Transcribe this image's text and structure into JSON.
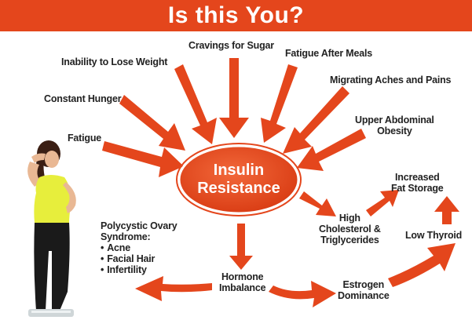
{
  "header": {
    "title": "Is this You?"
  },
  "center": {
    "line1": "Insulin",
    "line2": "Resistance"
  },
  "symptoms": {
    "cravings": "Cravings for Sugar",
    "fatigue_after_meals": "Fatigue After Meals",
    "inability_lose_weight": "Inability to Lose Weight",
    "migrating_aches": "Migrating Aches and Pains",
    "constant_hunger": "Constant Hunger",
    "upper_abdominal_obesity_1": "Upper Abdominal",
    "upper_abdominal_obesity_2": "Obesity",
    "fatigue": "Fatigue"
  },
  "effects": {
    "increased_fat_storage_1": "Increased",
    "increased_fat_storage_2": "Fat Storage",
    "high_cholesterol_1": "High",
    "high_cholesterol_2": "Cholesterol &",
    "high_cholesterol_3": "Triglycerides",
    "low_thyroid": "Low Thyroid",
    "hormone_imbalance_1": "Hormone",
    "hormone_imbalance_2": "Imbalance",
    "estrogen_dominance_1": "Estrogen",
    "estrogen_dominance_2": "Dominance"
  },
  "pcos": {
    "title_1": "Polycystic Ovary",
    "title_2": "Syndrome:",
    "items": [
      "Acne",
      "Facial Hair",
      "Infertility"
    ]
  },
  "colors": {
    "accent": "#e4461c",
    "text": "#222222",
    "header_text": "#ffffff"
  }
}
